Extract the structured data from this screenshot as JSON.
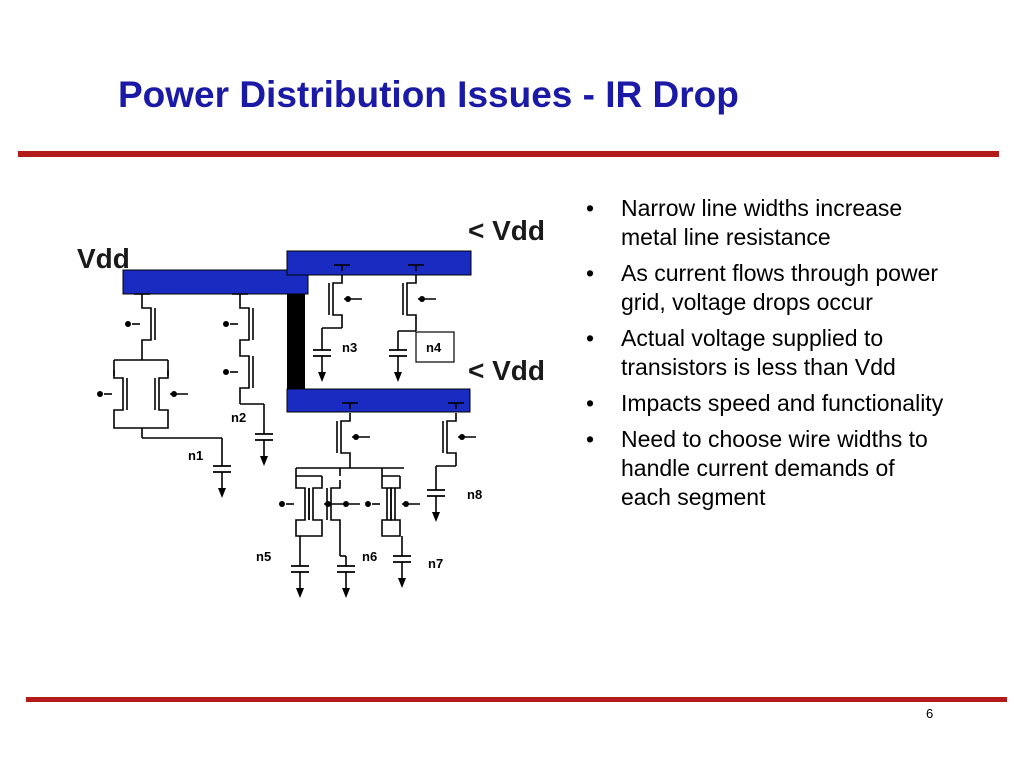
{
  "slide": {
    "title": "Power Distribution Issues - IR Drop",
    "page_number": "6",
    "rule_color": "#b31b1b",
    "title_color": "#1a1aa6"
  },
  "diagram": {
    "rail_color": "#1a2bc2",
    "labels": {
      "vdd": "Vdd",
      "lt_vdd_top": "< Vdd",
      "lt_vdd_mid": "< Vdd"
    },
    "nodes": [
      "n1",
      "n2",
      "n3",
      "n4",
      "n5",
      "n6",
      "n7",
      "n8"
    ]
  },
  "bullets": [
    "Narrow line widths increase metal line resistance",
    "As current flows through power grid, voltage drops occur",
    "Actual voltage supplied to transistors is less than Vdd",
    "Impacts speed and functionality",
    "Need to choose wire widths to handle current demands of each segment"
  ],
  "bullet_glyph": "•"
}
